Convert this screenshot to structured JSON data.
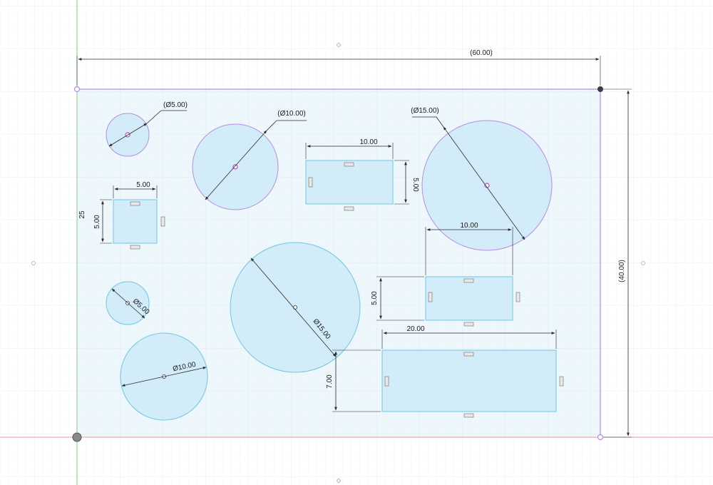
{
  "sketch": {
    "top_edge_label": "(60.00)",
    "right_edge_label": "(40.00)",
    "left_side_label": "25",
    "colors": {
      "profile_fill": "#cfeaf6",
      "profile_stroke": "#6fc6e2",
      "construction_purple": "#b48ee0",
      "grid": "#eef2f4",
      "axis_green": "#7bd37b",
      "axis_red": "#e79b9b"
    },
    "circles": [
      {
        "name": "circle-d5-top",
        "label": "(Ø5.00)"
      },
      {
        "name": "circle-d10-top",
        "label": "(Ø10.00)"
      },
      {
        "name": "circle-d15-right",
        "label": "(Ø15.00)"
      },
      {
        "name": "circle-d5-bottom",
        "label": "Ø5.00"
      },
      {
        "name": "circle-d15-center",
        "label": "Ø15.00"
      },
      {
        "name": "circle-d10-bottom",
        "label": "Ø10.00"
      }
    ],
    "rects": [
      {
        "name": "rect-small-square",
        "w_label": "5.00",
        "h_label": "5.00"
      },
      {
        "name": "rect-top-middle",
        "w_label": "10.00",
        "h_label": "5.00"
      },
      {
        "name": "rect-middle-right",
        "w_label": "10.00",
        "h_label": "5.00"
      },
      {
        "name": "rect-bottom-right",
        "w_label": "20.00",
        "h_label": "7.00"
      }
    ]
  }
}
